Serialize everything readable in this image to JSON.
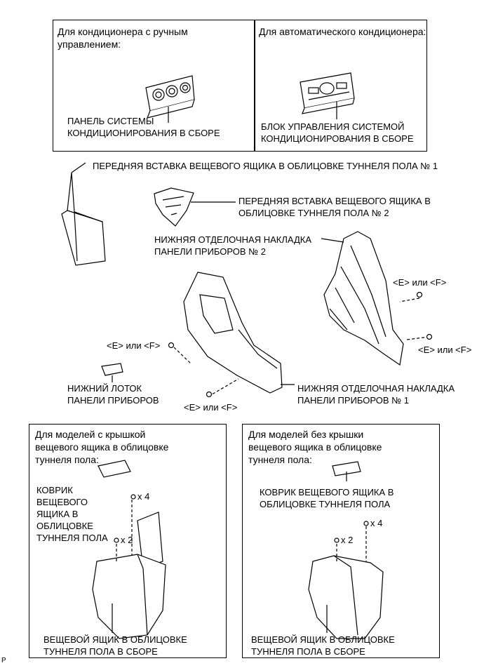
{
  "top_panel": {
    "manual_header": "Для кондиционера с ручным\nуправлением:",
    "manual_part": "ПАНЕЛЬ СИСТЕМЫ\nКОНДИЦИОНИРОВАНИЯ В СБОРЕ",
    "auto_header": "Для автоматического кондиционера:",
    "auto_part": "БЛОК УПРАВЛЕНИЯ СИСТЕМОЙ\nКОНДИЦИОНИРОВАНИЯ В СБОРЕ"
  },
  "middle": {
    "insert_1": "ПЕРЕДНЯЯ ВСТАВКА ВЕЩЕВОГО ЯЩИКА В ОБЛИЦОВКЕ ТУННЕЛЯ ПОЛА № 1",
    "insert_2": "ПЕРЕДНЯЯ ВСТАВКА ВЕЩЕВОГО ЯЩИКА В\nОБЛИЦОВКЕ ТУННЕЛЯ ПОЛА № 2",
    "lower_finish_2": "НИЖНЯЯ ОТДЕЛОЧНАЯ НАКЛАДКА\nПАНЕЛИ ПРИБОРОВ № 2",
    "lower_finish_1": "НИЖНЯЯ ОТДЕЛОЧНАЯ НАКЛАДКА\nПАНЕЛИ ПРИБОРОВ № 1",
    "lower_tray": "НИЖНИЙ ЛОТОК\nПАНЕЛИ ПРИБОРОВ",
    "clip_label": "<E> или <F>"
  },
  "bottom_left": {
    "header": "Для моделей с крышкой\nвещевого ящика в облицовке\nтуннеля пола:",
    "mat": "КОВРИК\nВЕЩЕВОГО\nЯЩИКА В\nОБЛИЦОВКЕ\nТУННЕЛЯ ПОЛА",
    "screws_4": "x 4",
    "screws_2": "x 2",
    "box_assembly": "ВЕЩЕВОЙ ЯЩИК В ОБЛИЦОВКЕ\nТУННЕЛЯ ПОЛА В СБОРЕ"
  },
  "bottom_right": {
    "header": "Для моделей без крышки\nвещевого ящика в облицовке\nтуннеля пола:",
    "mat": "КОВРИК ВЕЩЕВОГО ЯЩИКА В\nОБЛИЦОВКЕ ТУННЕЛЯ ПОЛА",
    "screws_4": "x 4",
    "screws_2": "x 2",
    "box_assembly": "ВЕЩЕВОЙ ЯЩИК В ОБЛИЦОВКЕ\nТУННЕЛЯ ПОЛА В СБОРЕ"
  },
  "corner_code": "P"
}
